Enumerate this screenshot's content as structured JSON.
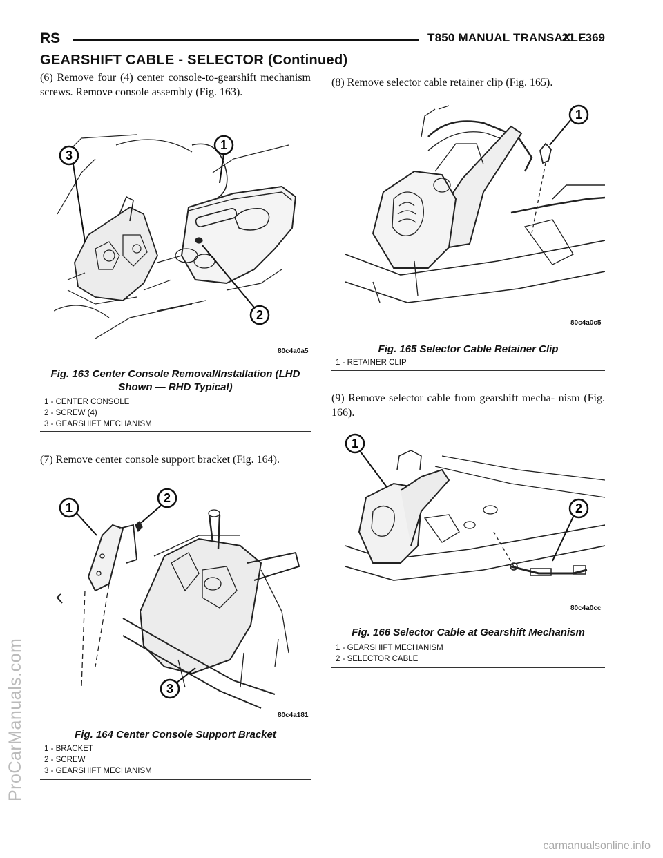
{
  "header": {
    "left": "RS",
    "title": "T850 MANUAL TRANSAXLE",
    "page": "21 - 369"
  },
  "section_title": "GEARSHIFT CABLE - SELECTOR (Continued)",
  "steps": {
    "s6": "(6) Remove four (4) center console-to-gearshift mechanism screws. Remove console assembly (Fig. 163).",
    "s7": "(7) Remove center console support bracket (Fig. 164).",
    "s8": "(8) Remove selector cable retainer clip (Fig. 165).",
    "s9": "(9) Remove selector cable from gearshift mecha- nism (Fig. 166)."
  },
  "figures": {
    "fig163": {
      "code": "80c4a0a5",
      "caption_line1": "Fig. 163 Center Console Removal/Installation (LHD",
      "caption_line2": "Shown — RHD Typical)",
      "callouts": [
        "1",
        "2",
        "3"
      ],
      "legend": [
        "1 - CENTER CONSOLE",
        "2 - SCREW (4)",
        "3 - GEARSHIFT MECHANISM"
      ]
    },
    "fig164": {
      "code": "80c4a181",
      "caption": "Fig. 164 Center Console Support Bracket",
      "callouts": [
        "1",
        "2",
        "3"
      ],
      "legend": [
        "1 - BRACKET",
        "2 - SCREW",
        "3 - GEARSHIFT MECHANISM"
      ]
    },
    "fig165": {
      "code": "80c4a0c5",
      "caption": "Fig. 165 Selector Cable Retainer Clip",
      "callouts": [
        "1"
      ],
      "legend": [
        "1 - RETAINER CLIP"
      ]
    },
    "fig166": {
      "code": "80c4a0cc",
      "caption": "Fig. 166 Selector Cable at Gearshift Mechanism",
      "callouts": [
        "1",
        "2"
      ],
      "legend": [
        "1 - GEARSHIFT MECHANISM",
        "2 - SELECTOR CABLE"
      ]
    }
  },
  "watermark": "ProCarManuals.com",
  "footer": "carmanualsonline.info"
}
